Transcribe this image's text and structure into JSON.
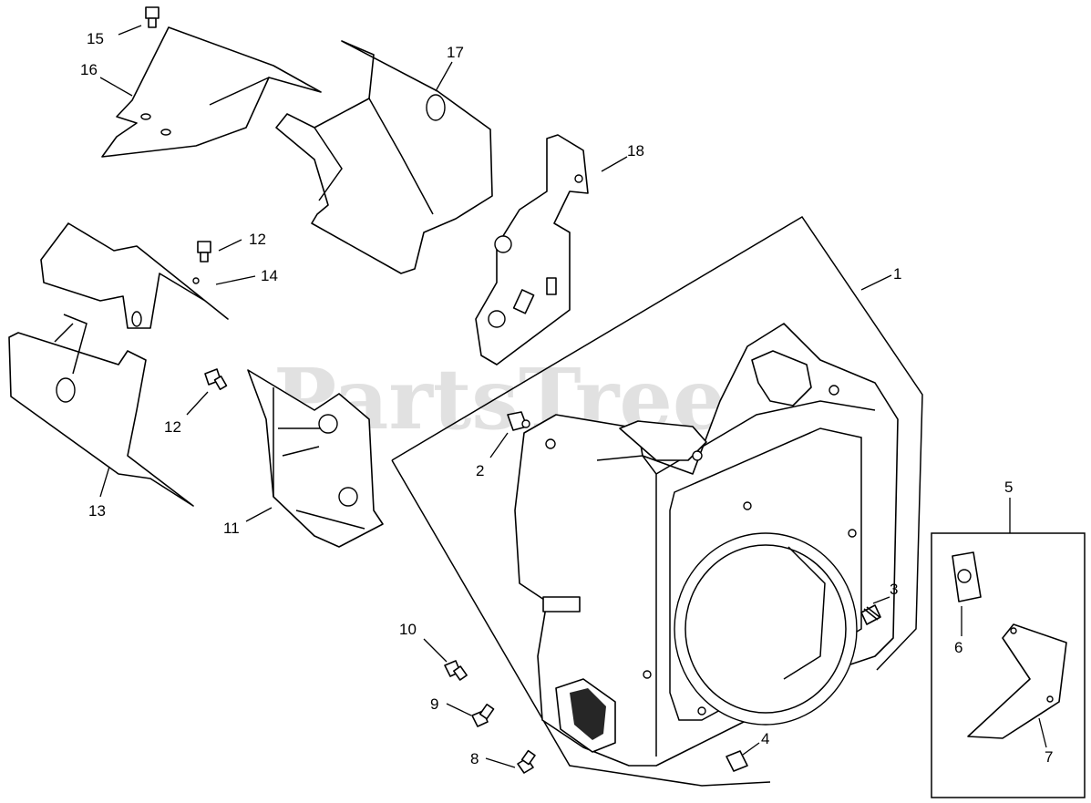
{
  "watermark": "PartsTree",
  "callouts": [
    {
      "id": "c1",
      "label": "1"
    },
    {
      "id": "c2",
      "label": "2"
    },
    {
      "id": "c3",
      "label": "3"
    },
    {
      "id": "c4",
      "label": "4"
    },
    {
      "id": "c5",
      "label": "5"
    },
    {
      "id": "c6",
      "label": "6"
    },
    {
      "id": "c7",
      "label": "7"
    },
    {
      "id": "c8",
      "label": "8"
    },
    {
      "id": "c9",
      "label": "9"
    },
    {
      "id": "c10",
      "label": "10"
    },
    {
      "id": "c11",
      "label": "11"
    },
    {
      "id": "c12a",
      "label": "12"
    },
    {
      "id": "c12b",
      "label": "12"
    },
    {
      "id": "c13",
      "label": "13"
    },
    {
      "id": "c14",
      "label": "14"
    },
    {
      "id": "c15",
      "label": "15"
    },
    {
      "id": "c16",
      "label": "16"
    },
    {
      "id": "c17",
      "label": "17"
    },
    {
      "id": "c18",
      "label": "18"
    }
  ]
}
